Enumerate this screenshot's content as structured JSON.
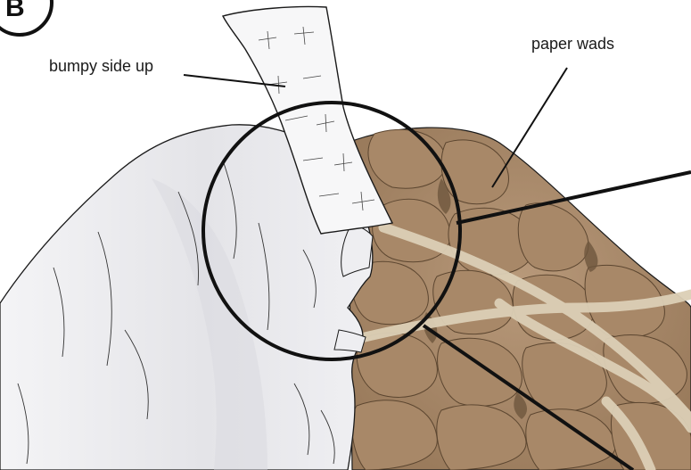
{
  "figure": {
    "badge": "B",
    "labels": {
      "bumpy_side_up": "bumpy side up",
      "paper_wads": "paper wads"
    }
  },
  "colors": {
    "paper_white": "#ebebee",
    "paper_shadow": "#d6d6db",
    "paper_wad_brown": "#a9896a",
    "paper_wad_dark": "#7d6246",
    "tape_strip": "#d8cbb3",
    "outline": "#1a1a1a"
  }
}
